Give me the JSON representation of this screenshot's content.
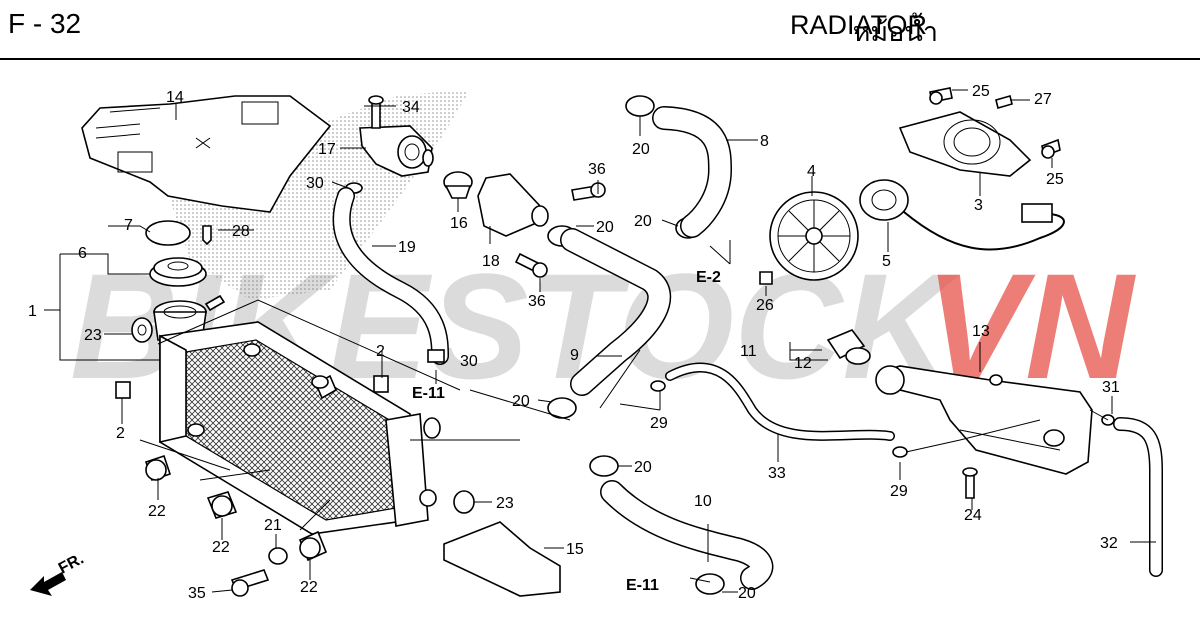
{
  "header": {
    "figure_number": "F - 32",
    "title_thai": "หม้อน้ำ",
    "title_en": "RADIATOR"
  },
  "watermark": {
    "text_main": "BIKESTOCK",
    "text_accent": "VN",
    "accent_color": "#e8534a",
    "main_color": "#c9c9c9"
  },
  "front_indicator": "FR.",
  "refs": {
    "e2": "E-2",
    "e11_top": "E-11",
    "e11_bottom": "E-11"
  },
  "callouts": {
    "n1": "1",
    "n2a": "2",
    "n2b": "2",
    "n3": "3",
    "n4": "4",
    "n5": "5",
    "n6": "6",
    "n7": "7",
    "n8": "8",
    "n9": "9",
    "n10": "10",
    "n11": "11",
    "n12": "12",
    "n13": "13",
    "n14": "14",
    "n15": "15",
    "n16": "16",
    "n17": "17",
    "n18": "18",
    "n19": "19",
    "n20a": "20",
    "n20b": "20",
    "n20c": "20",
    "n20d": "20",
    "n20e": "20",
    "n20f": "20",
    "n21": "21",
    "n22a": "22",
    "n22b": "22",
    "n22c": "22",
    "n23a": "23",
    "n23b": "23",
    "n24": "24",
    "n25a": "25",
    "n25b": "25",
    "n26": "26",
    "n27": "27",
    "n28": "28",
    "n29a": "29",
    "n29b": "29",
    "n30a": "30",
    "n30b": "30",
    "n31": "31",
    "n32": "32",
    "n33": "33",
    "n34": "34",
    "n35": "35",
    "n36a": "36",
    "n36b": "36"
  }
}
